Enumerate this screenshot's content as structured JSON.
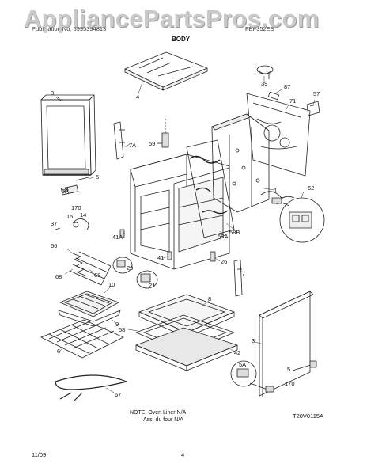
{
  "watermark": "AppliancePartsPros.com",
  "header": {
    "left": "Publication No. 5995394813",
    "right": "FEF352ES"
  },
  "section_title": "BODY",
  "callouts": {
    "c3a": "3",
    "c5a": "5",
    "c5Aa": "5A",
    "c170a": "170",
    "c14": "14",
    "c37": "37",
    "c15": "15",
    "c4": "4",
    "c59": "59",
    "c7A": "7A",
    "c39": "39",
    "c87": "87",
    "c71": "71",
    "c57": "57",
    "c1": "1",
    "c62": "62",
    "c58A": "58A",
    "c58B": "58B",
    "c41A": "41A",
    "c66": "66",
    "c68a": "68",
    "c68b": "68",
    "c29": "29",
    "c41": "41",
    "c26": "26",
    "c7": "7",
    "c21": "21",
    "c10": "10",
    "c9": "9",
    "c6": "6",
    "c8": "8",
    "c58": "58",
    "c42": "42",
    "c3b": "3",
    "c5Ab": "5A",
    "c5b": "5",
    "c170b": "170",
    "c67": "67"
  },
  "note": {
    "line1": "NOTE: Oven Liner N/A",
    "line2": "Ass. du four N/A"
  },
  "diagram_code": "T20V0115A",
  "footer": {
    "date": "11/09",
    "page": "4"
  }
}
